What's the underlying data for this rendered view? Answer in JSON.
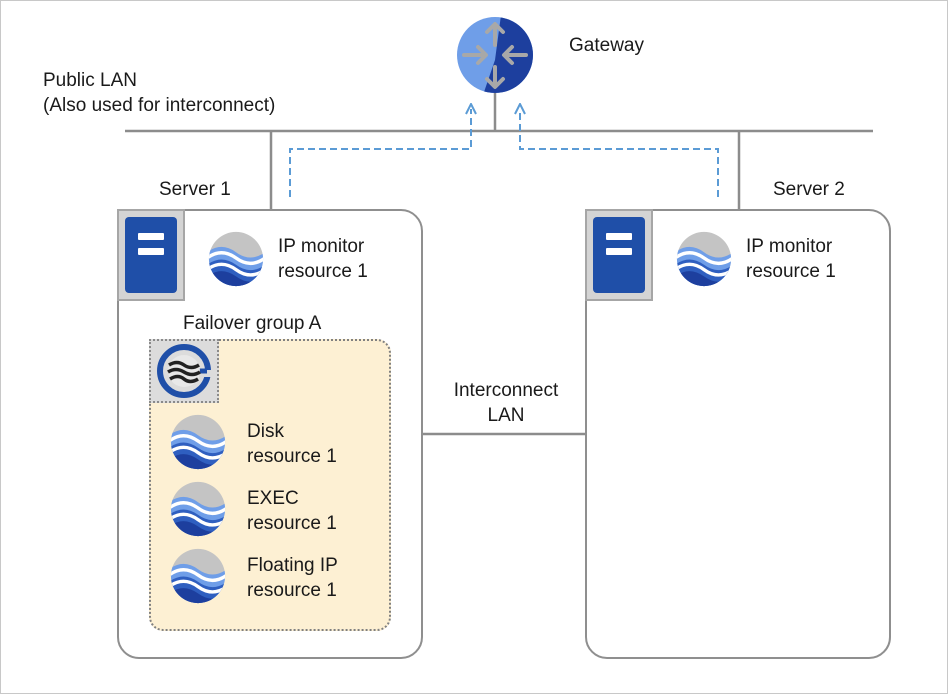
{
  "labels": {
    "gateway": "Gateway",
    "public_lan": [
      "Public LAN",
      "(Also used for interconnect)"
    ],
    "interconnect_lan": [
      "Interconnect",
      "LAN"
    ]
  },
  "servers": [
    {
      "name": "Server 1",
      "icon": "server-icon",
      "monitor": [
        "IP monitor",
        "resource 1"
      ]
    },
    {
      "name": "Server 2",
      "icon": "server-icon",
      "monitor": [
        "IP monitor",
        "resource 1"
      ]
    }
  ],
  "failover_group": {
    "title": "Failover group A",
    "icon": "failover-group-icon",
    "resources": [
      {
        "label": [
          "Disk",
          "resource 1"
        ],
        "icon": "disk-resource-icon"
      },
      {
        "label": [
          "EXEC",
          "resource 1"
        ],
        "icon": "exec-resource-icon"
      },
      {
        "label": [
          "Floating IP",
          "resource 1"
        ],
        "icon": "floating-ip-resource-icon"
      }
    ]
  },
  "colors": {
    "line": "#8c8c8c",
    "dashed_arrow": "#5b9bd5",
    "server_blue": "#1f4fa8",
    "group_fill": "#fdf0d3",
    "gateway_light": "#6f9ee8",
    "gateway_dark": "#1d3f9e"
  }
}
